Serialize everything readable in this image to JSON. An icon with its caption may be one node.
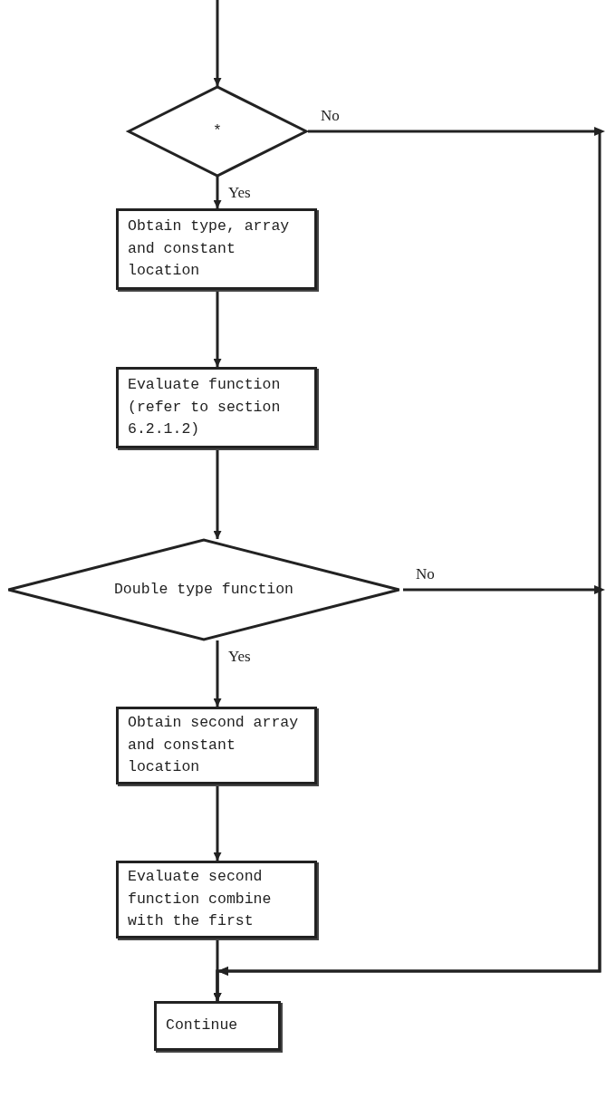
{
  "diagram": {
    "nodes": [
      {
        "text": [
          "*"
        ]
      },
      {
        "text": [
          "Obtain type, array and constant location"
        ]
      },
      {
        "text": [
          "Evaluate function (refer to section 6.2.1.2)"
        ]
      },
      {
        "text": [
          "Double type function"
        ]
      },
      {
        "text": [
          "Obtain second array and constant location"
        ]
      },
      {
        "text": [
          "Evaluate second function combine with the first"
        ]
      },
      {
        "text": [
          "Continue"
        ]
      }
    ],
    "edges": [
      {
        "from": null,
        "to": 0,
        "arrow": "to"
      },
      {
        "from": 0,
        "to": 1,
        "arrow": "to",
        "label": "Yes"
      },
      {
        "from": 1,
        "to": 2,
        "arrow": "to"
      },
      {
        "from": 2,
        "to": 3,
        "arrow": "to"
      },
      {
        "from": 3,
        "to": 4,
        "arrow": "to",
        "label": "Yes"
      },
      {
        "from": 4,
        "to": 5,
        "arrow": "to"
      },
      {
        "from": 5,
        "to": 6,
        "arrow": "to"
      },
      {
        "from": 0,
        "to": 6,
        "arrow": "to",
        "label": "No"
      },
      {
        "from": 3,
        "to": 6,
        "arrow": "to",
        "label": "No"
      }
    ]
  }
}
